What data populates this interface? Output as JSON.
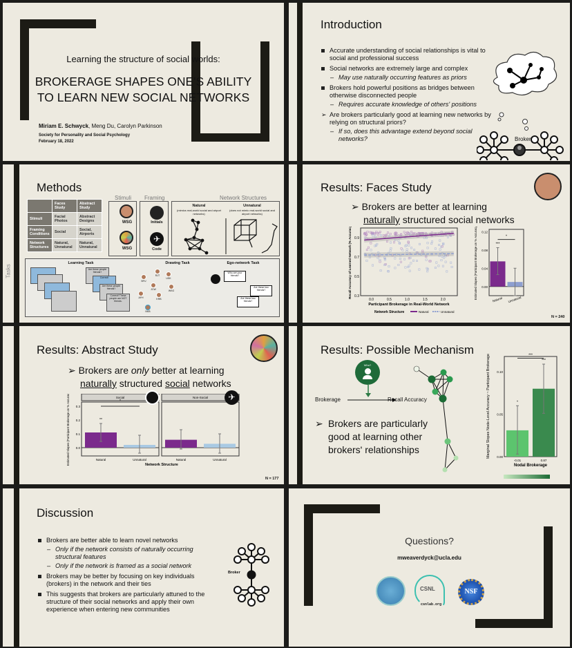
{
  "slide1": {
    "subtitle": "Learning the structure of social worlds:",
    "title_line1": "BROKERAGE SHAPES ONE'S ABILITY",
    "title_line2": "TO LEARN NEW SOCIAL NETWORKS",
    "first_author": "Miriam E. Schwyck",
    "other_authors": ", Meng Du, Carolyn Parkinson",
    "conference": "Society for Personality and Social Psychology",
    "date": "February 18, 2022"
  },
  "slide2": {
    "title": "Introduction",
    "bullets": [
      {
        "text": "Accurate understanding of social relationships is vital to social and professional success",
        "type": "main"
      },
      {
        "text": "Social networks are extremely large and complex",
        "type": "main"
      },
      {
        "text": "May use naturally occurring features as priors",
        "type": "sub"
      },
      {
        "text": "Brokers hold powerful positions as bridges between otherwise disconnected people",
        "type": "main"
      },
      {
        "text": "Requires accurate knowledge of others' positions",
        "type": "sub"
      },
      {
        "text": "Are brokers particularly good at learning new networks by relying on structural priors?",
        "type": "arrow"
      },
      {
        "text": "If so, does this advantage extend beyond social networks?",
        "type": "sub"
      }
    ],
    "broker_label": "Broker"
  },
  "slide3": {
    "title": "Methods",
    "table": {
      "headers": [
        "",
        "Faces Study",
        "Abstract Study"
      ],
      "rows": [
        [
          "Stimuli",
          "Facial Photos",
          "Abstract Designs"
        ],
        [
          "Framing Conditions",
          "Social",
          "Social, Airports"
        ],
        [
          "Network Structures",
          "Natural, Unnatural",
          "Natural, Unnatural"
        ]
      ]
    },
    "stimuli_heading": "Stimuli",
    "framing_heading": "Framing",
    "network_heading": "Network Structures",
    "stimuli": [
      {
        "side": "Faces",
        "label": "WSG"
      },
      {
        "side": "Abstract",
        "label": "WSG"
      }
    ],
    "framing": [
      {
        "side": "Social",
        "label": "Initials"
      },
      {
        "side": "Airports",
        "label": "Code"
      }
    ],
    "natural_title": "Natural",
    "natural_desc": "(mimics real-world social and airport networks)",
    "unnatural_title": "Unnatural",
    "unnatural_desc": "(does not mimic real-world social and airport networks)",
    "tasks_label": "Tasks",
    "learning_task": "Learning Task",
    "drawing_task": "Drawing Task",
    "ego_task": "Ego-network Task",
    "learning_prompts": [
      "Are these people friends?",
      "Correct!",
      "Are these people friends?",
      "Correct! These people are NOT friends."
    ],
    "ego_prompts": [
      "Who are your friends?",
      "Are these two friends?",
      "Are these two friends?"
    ],
    "drawing_initials": [
      "BFU",
      "RJT",
      "USK",
      "JCW",
      "WSG",
      "AFH",
      "KRB",
      "NKB"
    ]
  },
  "slide4": {
    "title": "Results: Faces Study",
    "claim_pre": "Brokers are better at learning",
    "claim_underlined": "naturally",
    "claim_post": " structured social networks",
    "n_label": "N = 240"
  },
  "slide5": {
    "title": "Results: Abstract Study",
    "claim_pre": "Brokers are ",
    "claim_italic": "only",
    "claim_mid": " better at learning",
    "claim_u1": "naturally",
    "claim_mid2": " structured ",
    "claim_u2": "social",
    "claim_post": " networks",
    "n_label": "N = 177"
  },
  "slide6": {
    "title": "Results: Possible Mechanism",
    "who_label": "Who?",
    "brokerage_label": "Brokerage",
    "recall_label": "Recall Accuracy",
    "claim": "Brokers are particularly good at learning other brokers' relationships"
  },
  "slide7": {
    "title": "Discussion",
    "bullets": [
      {
        "text": "Brokers are better able to learn novel networks",
        "type": "main"
      },
      {
        "text": "Only if the network consists of naturally occurring structural features",
        "type": "sub"
      },
      {
        "text": "Only if the network is framed as a social network",
        "type": "sub"
      },
      {
        "text": "Brokers may be better by focusing on key individuals (brokers) in the network and their ties",
        "type": "main"
      },
      {
        "text": "This suggests that brokers are particularly attuned to the structure of their social networks and apply their own experience when entering new communities",
        "type": "main"
      }
    ],
    "broker_label": "Broker"
  },
  "slide8": {
    "title": "Questions?",
    "email": "mweaverdyck@ucla.edu",
    "csnl_logo": "CSNL",
    "csnl_url": "csnlab.org",
    "nsf_logo": "NSF"
  },
  "colors": {
    "natural": "#7b2a8c",
    "unnatural": "#8e9fd0",
    "unnatural_light": "#a9c9e3",
    "green_light": "#5cc46e",
    "green_dark": "#3a8a4e",
    "bar": "#1c1b15",
    "bg": "#edeae0"
  },
  "chart_data": [
    {
      "type": "scatter",
      "title": "",
      "xlabel": "Participant Brokerage in Real-World Network",
      "ylabel": "Recall Accuracy of Learned Network (% Accuracy)",
      "xlim": [
        -0.3,
        2.4
      ],
      "ylim": [
        0.3,
        1.0
      ],
      "xticks": [
        "0.0",
        "0.5",
        "1.0",
        "1.5",
        "2.0"
      ],
      "yticks": [
        "0.3",
        "0.5",
        "0.7",
        "0.9"
      ],
      "legend_title": "Network Structure",
      "legend": [
        "Natural",
        "Unnatural"
      ],
      "series": [
        {
          "name": "Natural",
          "fit": [
            [
              -0.2,
              0.875
            ],
            [
              2.3,
              0.945
            ]
          ]
        },
        {
          "name": "Unnatural",
          "fit": [
            [
              -0.2,
              0.72
            ],
            [
              2.3,
              0.735
            ]
          ]
        }
      ]
    },
    {
      "type": "bar",
      "categories": [
        "Natural",
        "Unnatural"
      ],
      "values": [
        0.055,
        0.01
      ],
      "error_low": [
        0.026,
        -0.02
      ],
      "error_high": [
        0.085,
        0.04
      ],
      "sig_labels": [
        "***",
        ""
      ],
      "comparison_label": "*",
      "ylabel": "Estimated Slopes (Participant Brokerage on % Accuracy)",
      "ylim": [
        -0.02,
        0.125
      ],
      "yticks": [
        "0.00",
        "0.04",
        "0.08",
        "0.12"
      ]
    },
    {
      "type": "bar",
      "panels": [
        "Social",
        "Non-Social"
      ],
      "categories": [
        "Natural",
        "Unnatural"
      ],
      "series": [
        {
          "panel": "Social",
          "values": [
            0.11,
            0.02
          ],
          "error_low": [
            0.045,
            -0.04
          ],
          "error_high": [
            0.175,
            0.09
          ],
          "sig_labels": [
            "**",
            ""
          ]
        },
        {
          "panel": "Non-Social",
          "values": [
            0.057,
            0.028
          ],
          "error_low": [
            -0.01,
            -0.04
          ],
          "error_high": [
            0.13,
            0.1
          ],
          "sig_labels": [
            "",
            ""
          ]
        }
      ],
      "comparison_label": "*",
      "xlabel": "Network Structure",
      "ylabel": "Estimated Slopes (Participant Brokerage on % Accuracy)",
      "ylim": [
        -0.06,
        0.33
      ],
      "yticks": [
        "0.0",
        "0.1",
        "0.2",
        "0.3"
      ]
    },
    {
      "type": "bar",
      "categories": [
        "-0.01",
        "0.87"
      ],
      "values": [
        0.031,
        0.08
      ],
      "error_low": [
        0.003,
        0.051
      ],
      "error_high": [
        0.06,
        0.109
      ],
      "sig_labels": [
        "*",
        "***"
      ],
      "comparison_label": "***",
      "xlabel": "Nodal Brokerage",
      "ylabel": "Marginal Slopes Node-Level Accuracy ~ Participant Brokerage",
      "ylim": [
        0,
        0.118
      ],
      "yticks": [
        "0.00",
        "0.05",
        "0.10"
      ]
    }
  ]
}
